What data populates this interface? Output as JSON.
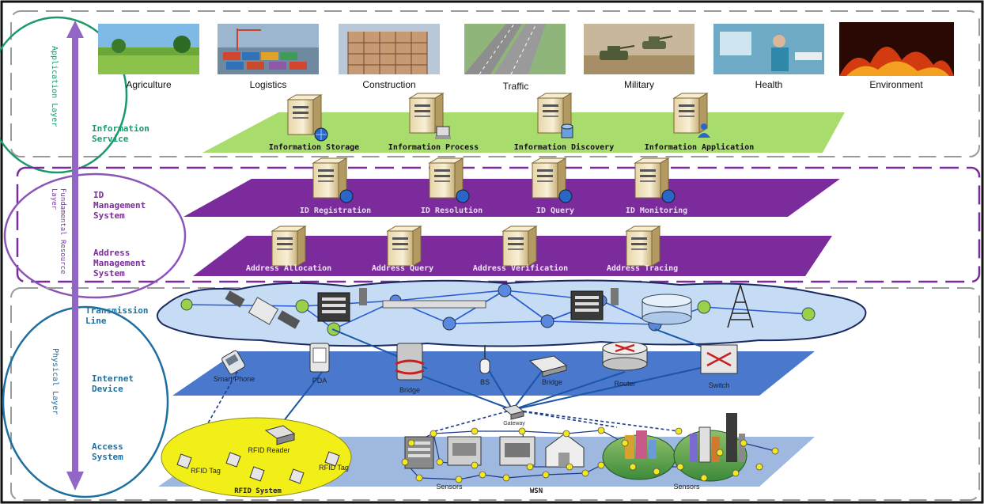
{
  "colors": {
    "application": "#1a9a6a",
    "fundamental": "#7a3aa8",
    "physical": "#1d6fa0",
    "purple_plane": "#7b2b9c",
    "green_plane": "#a8dd6e",
    "blue_plane": "#4a78cc",
    "cloud": "#c6dcf4",
    "rfid": "#f2ee18",
    "arrow": "#9166c4"
  },
  "layers": {
    "application": "Application Layer",
    "fundamental": "Fundamental Resource Layer",
    "physical": "Physical Layer"
  },
  "applications": [
    "Agriculture",
    "Logistics",
    "Construction",
    "Traffic",
    "Military",
    "Health",
    "Environment"
  ],
  "information_service": {
    "label": "Information Service",
    "items": [
      "Information Storage",
      "Information Process",
      "Information Discovery",
      "Information Application"
    ]
  },
  "id_management": {
    "label": "ID Management System",
    "items": [
      "ID Registration",
      "ID Resolution",
      "ID Query",
      "ID Monitoring"
    ]
  },
  "address_management": {
    "label": "Address Management System",
    "items": [
      "Address Allocation",
      "Address Query",
      "Address Verification",
      "Address Tracing"
    ]
  },
  "physical": {
    "transmission_label": "Transmission Line",
    "internet_label": "Internet Device",
    "access_label": "Access System",
    "devices": [
      "Smart Phone",
      "PDA",
      "Bridge",
      "BS",
      "Bridge",
      "Router",
      "Switch"
    ],
    "gateway": "Gateway",
    "rfid_reader": "RFID Reader",
    "rfid_tag_left": "RFID Tag",
    "rfid_tag_right": "RFID Tag",
    "rfid_system": "RFID System",
    "sensors_left": "Sensors",
    "wsn": "WSN",
    "sensors_right": "Sensors"
  }
}
